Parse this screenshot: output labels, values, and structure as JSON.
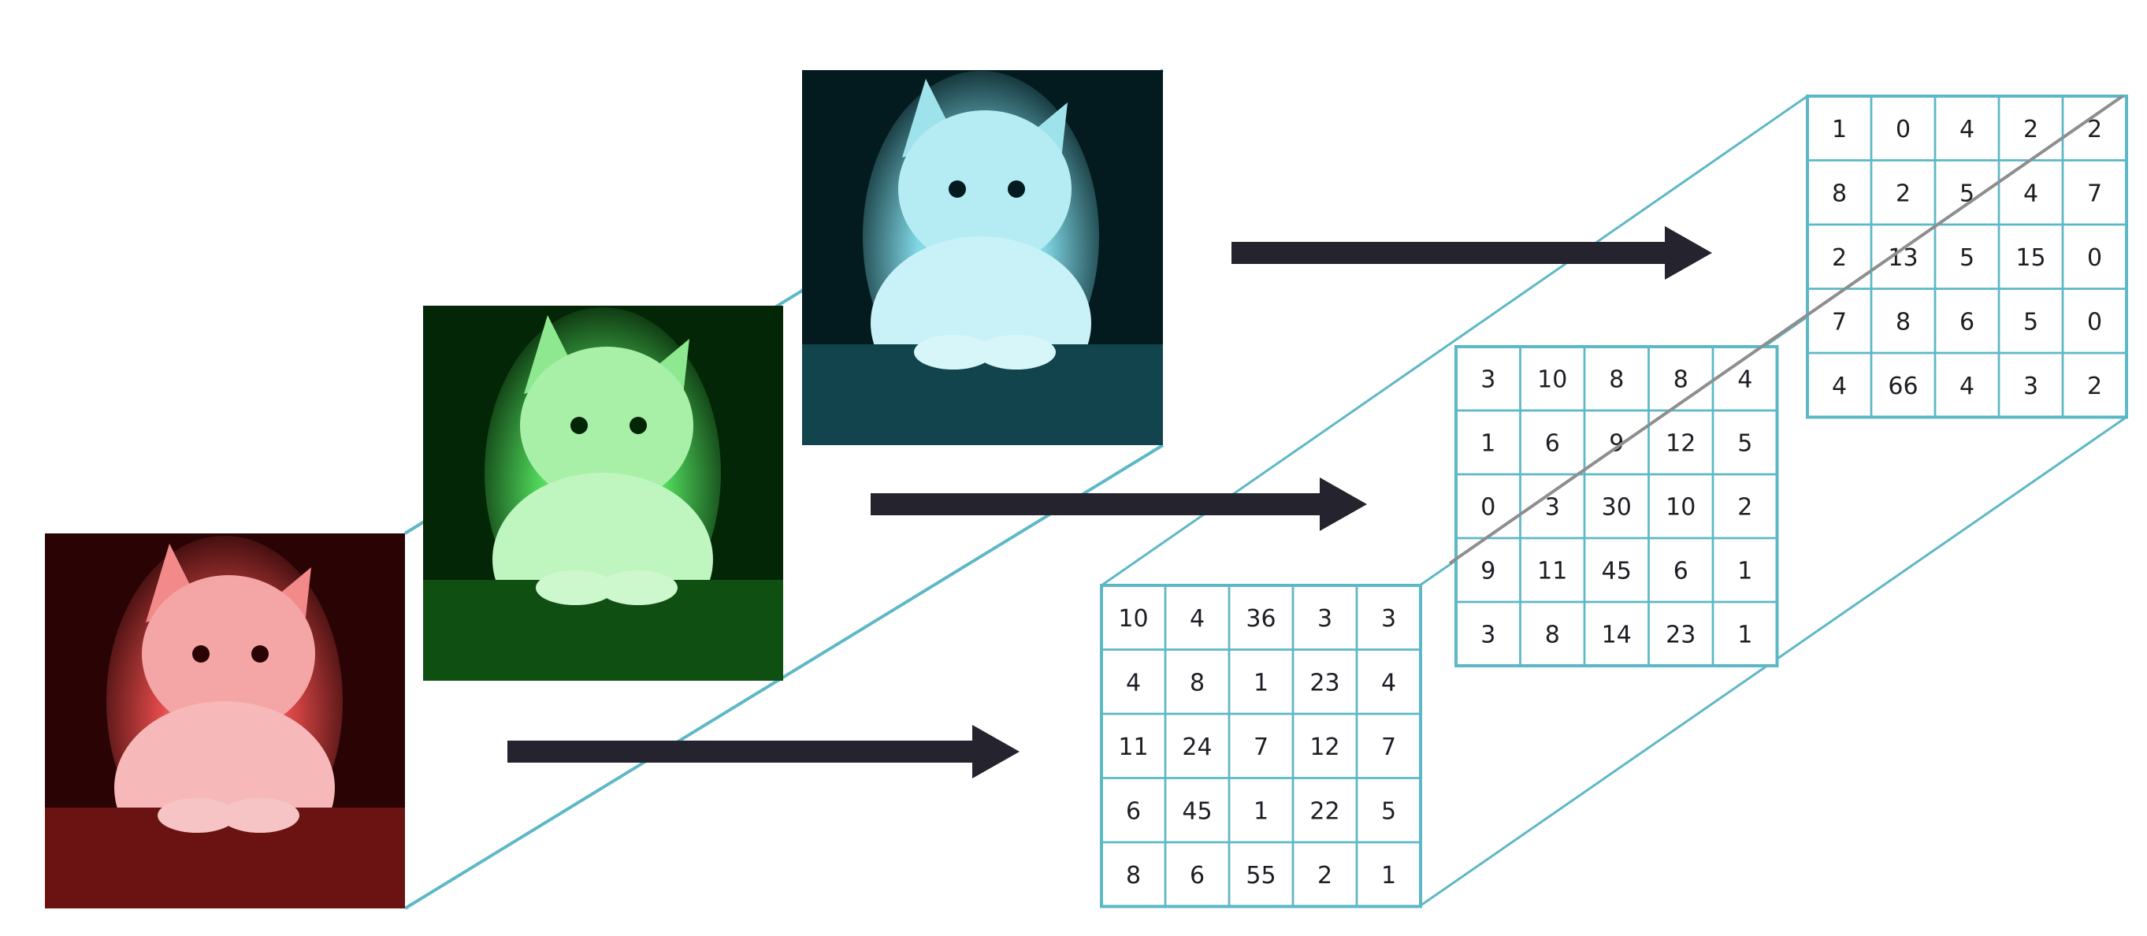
{
  "colors": {
    "red_channel": "#e24a4a",
    "green_channel": "#4fd65a",
    "blue_channel": "#4dc3d6",
    "wire": "#5db8c6",
    "arrow": "#24232e",
    "diagonal": "#8e8e8e"
  },
  "images": [
    {
      "name": "red-channel",
      "color_key": "red_channel"
    },
    {
      "name": "green-channel",
      "color_key": "green_channel"
    },
    {
      "name": "blue-channel",
      "color_key": "blue_channel"
    }
  ],
  "matrices": {
    "red": [
      [
        "10",
        "4",
        "36",
        "3",
        "3"
      ],
      [
        "4",
        "8",
        "1",
        "23",
        "4"
      ],
      [
        "11",
        "24",
        "7",
        "12",
        "7"
      ],
      [
        "6",
        "45",
        "1",
        "22",
        "5"
      ],
      [
        "8",
        "6",
        "55",
        "2",
        "1"
      ]
    ],
    "green": [
      [
        "3",
        "10",
        "8",
        "8",
        "4"
      ],
      [
        "1",
        "6",
        "9",
        "12",
        "5"
      ],
      [
        "0",
        "3",
        "30",
        "10",
        "2"
      ],
      [
        "9",
        "11",
        "45",
        "6",
        "1"
      ],
      [
        "3",
        "8",
        "14",
        "23",
        "1"
      ]
    ],
    "blue": [
      [
        "1",
        "0",
        "4",
        "2",
        "2"
      ],
      [
        "8",
        "2",
        "5",
        "4",
        "7"
      ],
      [
        "2",
        "13",
        "5",
        "15",
        "0"
      ],
      [
        "7",
        "8",
        "6",
        "5",
        "0"
      ],
      [
        "4",
        "66",
        "4",
        "3",
        "2"
      ]
    ]
  }
}
